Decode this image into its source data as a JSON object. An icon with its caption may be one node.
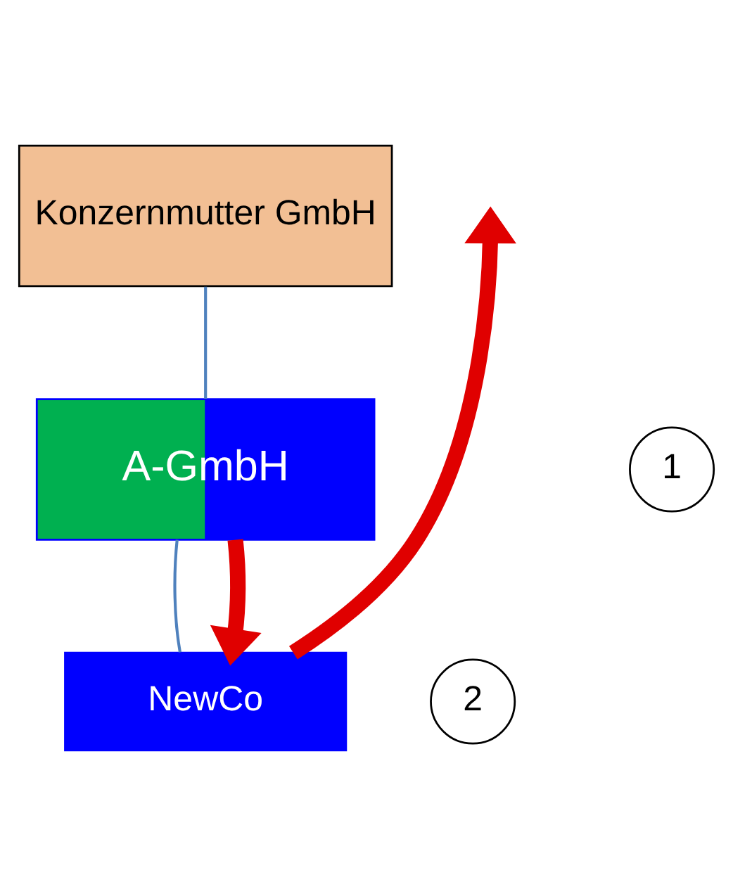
{
  "diagram": {
    "nodes": [
      {
        "text": [
          "Konzernmutter GmbH"
        ]
      },
      {
        "text": [
          "A-GmbH"
        ]
      },
      {
        "text": [
          "NewCo"
        ]
      },
      {
        "text": [
          "1"
        ]
      },
      {
        "text": [
          "2"
        ]
      }
    ],
    "edges": [
      {
        "from": 0,
        "to": 1,
        "arrow": "none",
        "color": "#4f81bd"
      },
      {
        "from": 1,
        "to": 2,
        "arrow": "none",
        "color": "#4f81bd"
      },
      {
        "from": 1,
        "to": 2,
        "arrow": "to",
        "style": "thick",
        "color": "#e00000"
      },
      {
        "from": 2,
        "to": null,
        "arrow": "to",
        "style": "thick",
        "color": "#e00000"
      }
    ]
  }
}
